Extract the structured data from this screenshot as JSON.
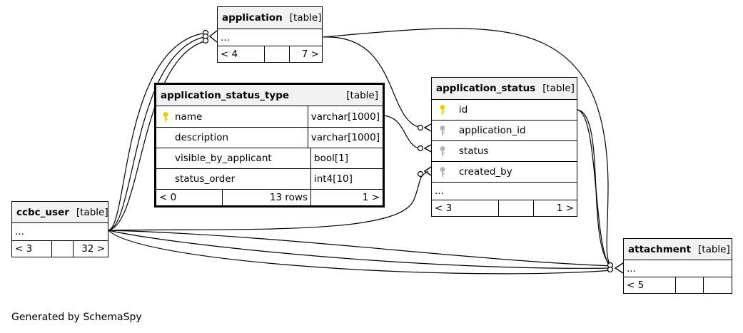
{
  "diagram": {
    "tables": {
      "application": {
        "name": "application",
        "tag": "[table]",
        "body": "...",
        "foot_left": "< 4",
        "foot_mid": "",
        "foot_right": "7 >"
      },
      "application_status_type": {
        "name": "application_status_type",
        "tag": "[table]",
        "columns": [
          {
            "name": "name",
            "type": "varchar[1000]",
            "key": "primary"
          },
          {
            "name": "description",
            "type": "varchar[1000]",
            "key": ""
          },
          {
            "name": "visible_by_applicant",
            "type": "bool[1]",
            "key": ""
          },
          {
            "name": "status_order",
            "type": "int4[10]",
            "key": ""
          }
        ],
        "foot_left": "< 0",
        "foot_mid": "13 rows",
        "foot_right": "1 >"
      },
      "application_status": {
        "name": "application_status",
        "tag": "[table]",
        "columns": [
          {
            "name": "id",
            "key": "primary"
          },
          {
            "name": "application_id",
            "key": "foreign"
          },
          {
            "name": "status",
            "key": "foreign"
          },
          {
            "name": "created_by",
            "key": "foreign"
          }
        ],
        "body": "...",
        "foot_left": "< 3",
        "foot_mid": "",
        "foot_right": "1 >"
      },
      "ccbc_user": {
        "name": "ccbc_user",
        "tag": "[table]",
        "body": "...",
        "foot_left": "< 3",
        "foot_mid": "",
        "foot_right": "32 >"
      },
      "attachment": {
        "name": "attachment",
        "tag": "[table]",
        "body": "...",
        "foot_left": "< 5",
        "foot_mid": "",
        "foot_right": ""
      }
    },
    "key_colors": {
      "primary": "#e6d200",
      "foreign": "#b4b4b4"
    }
  },
  "footer": "Generated by SchemaSpy"
}
